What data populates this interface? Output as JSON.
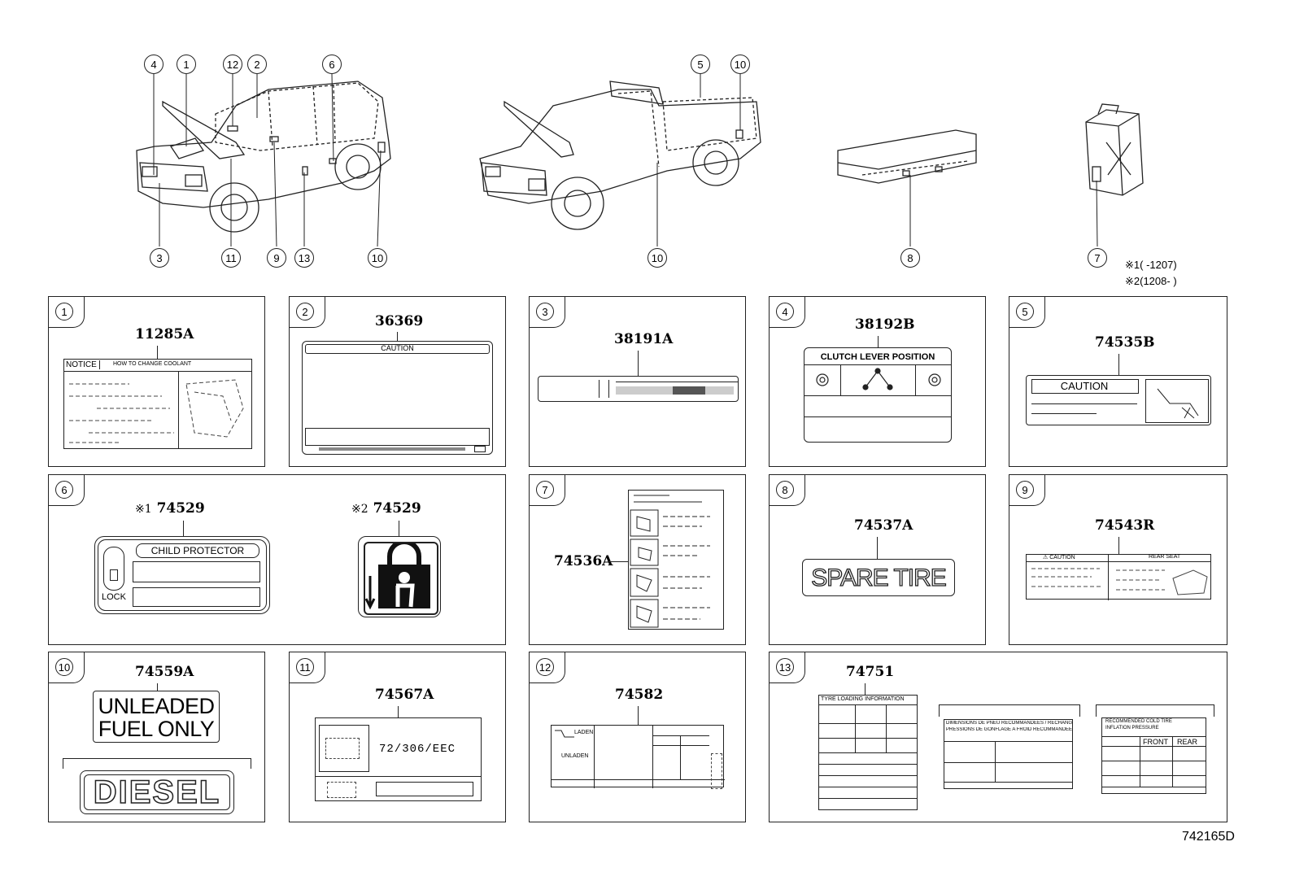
{
  "diagram_id": "742165D",
  "notes": [
    {
      "mark": "※1",
      "range": "(      -1207)"
    },
    {
      "mark": "※2",
      "range": "(1208-      )"
    }
  ],
  "illustrations": [
    {
      "name": "wagon",
      "callouts_top": [
        "4",
        "1",
        "12",
        "2",
        "6"
      ],
      "callouts_bottom": [
        "3",
        "11",
        "9",
        "13",
        "10"
      ]
    },
    {
      "name": "pickup",
      "callouts_top": [
        "5",
        "10"
      ],
      "callouts_bottom": [
        "10"
      ]
    },
    {
      "name": "bed-cover",
      "callouts_bottom": [
        "8"
      ]
    },
    {
      "name": "jerry-can",
      "callouts_bottom": [
        "7"
      ]
    }
  ],
  "panels": [
    {
      "num": "1",
      "part": "11285A",
      "texts": {
        "notice": "NOTICE",
        "head": "HOW TO CHANGE COOLANT"
      }
    },
    {
      "num": "2",
      "part": "36369",
      "texts": {
        "caution": "CAUTION"
      }
    },
    {
      "num": "3",
      "part": "38191A"
    },
    {
      "num": "4",
      "part": "38192B",
      "texts": {
        "title": "CLUTCH  LEVER  POSITION"
      }
    },
    {
      "num": "5",
      "part": "74535B",
      "texts": {
        "caution": "CAUTION"
      }
    },
    {
      "num": "6",
      "parts": [
        {
          "mark": "※1",
          "part": "74529"
        },
        {
          "mark": "※2",
          "part": "74529"
        }
      ],
      "texts": {
        "child": "CHILD PROTECTOR",
        "lock": "LOCK"
      }
    },
    {
      "num": "7",
      "part": "74536A"
    },
    {
      "num": "8",
      "part": "74537A",
      "texts": {
        "spare": "SPARE TIRE"
      }
    },
    {
      "num": "9",
      "part": "74543R",
      "texts": {
        "caution": "⚠ CAUTION",
        "rear": "REAR SEAT"
      }
    },
    {
      "num": "10",
      "part": "74559A",
      "texts": {
        "unleaded1": "UNLEADED",
        "unleaded2": "FUEL ONLY",
        "diesel": "DIESEL"
      }
    },
    {
      "num": "11",
      "part": "74567A",
      "texts": {
        "eec": "72/306/EEC"
      }
    },
    {
      "num": "12",
      "part": "74582",
      "texts": {
        "laden": "LADEN",
        "unladen": "UNLADEN"
      }
    },
    {
      "num": "13",
      "part": "74751",
      "texts": {
        "tyre": "TYRE LOADING INFORMATION",
        "fr1": "DIMENSIONS DE PNEU RECOMMANDEES / RECHANGE",
        "fr2": "PRESSIONS DE GONFLAGE A FROID RECOMMANDEES",
        "rec1": "RECOMMENDED COLD TIRE",
        "rec2": "INFLATION PRESSURE",
        "front": "FRONT",
        "rear": "REAR"
      }
    }
  ]
}
